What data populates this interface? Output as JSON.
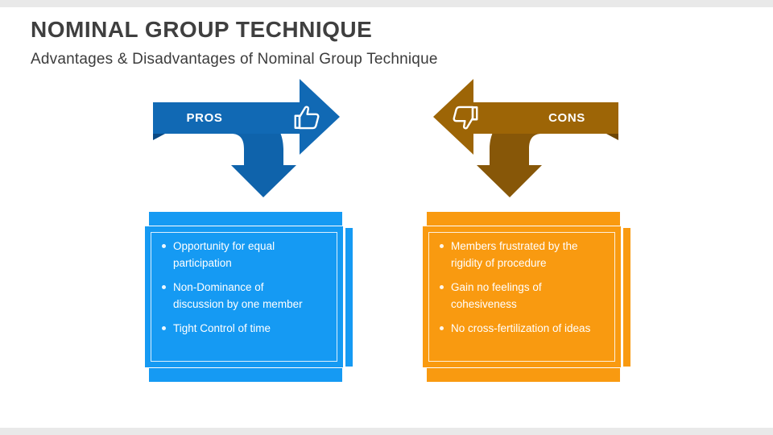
{
  "slide": {
    "title": "NOMINAL GROUP TECHNIQUE",
    "subtitle": "Advantages & Disadvantages of Nominal Group Technique"
  },
  "pros": {
    "label": "PROS",
    "icon": "thumbs-up-icon",
    "arrow_color": "#1169b4",
    "band_color": "#0f63ab",
    "panel_color": "#159af3",
    "items": [
      "Opportunity for equal participation",
      "Non-Dominance of discussion by one member",
      "Tight Control of time"
    ]
  },
  "cons": {
    "label": "CONS",
    "icon": "thumbs-down-icon",
    "arrow_color": "#9d6506",
    "band_color": "#875708",
    "panel_color": "#f99a10",
    "items": [
      "Members frustrated by the rigidity of procedure",
      "Gain no feelings of cohesiveness",
      "No cross-fertilization of ideas"
    ]
  }
}
